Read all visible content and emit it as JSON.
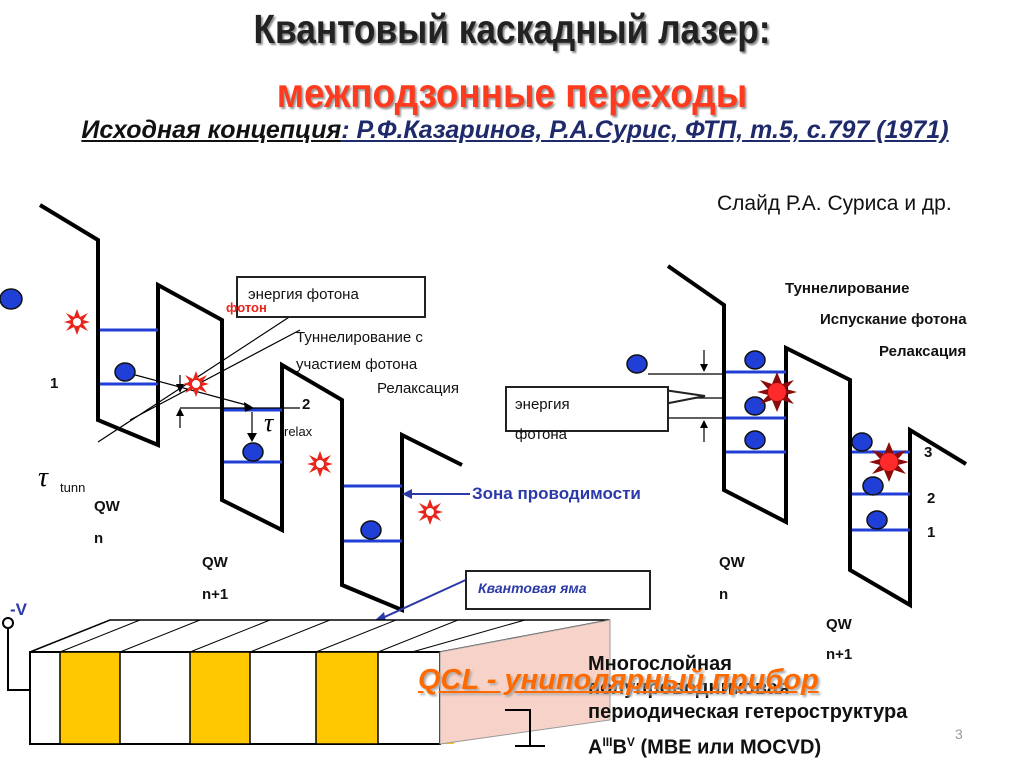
{
  "title": {
    "line1": "Квантовый каскадный лазер:",
    "line2": "межподзонные переходы",
    "concept_label": "Исходная концепция",
    "concept_ref": ": Р.Ф.Казаринов, Р.А.Сурис, ФТП, т.5, с.797 (1971)"
  },
  "credit": "Слайд  Р.А. Суриса и др.",
  "left_diagram": {
    "callout": "энергия фотона",
    "photon_word": "фотон",
    "tunnel_photon_line1": "Туннелирование с",
    "tunnel_photon_line2": "участием фотона",
    "relaxation": "Релаксация",
    "level1": "1",
    "level2": "2",
    "tau_relax_symbol": "τ",
    "tau_relax_sub": "relax",
    "tau_tunn_symbol": "τ",
    "tau_tunn_sub": "tunn",
    "qw_n_1": "QW",
    "qw_n_2": "n",
    "qw_n1_1": "QW",
    "qw_n1_2": "n+1"
  },
  "right_diagram": {
    "tunneling": "Туннелирование",
    "emission": "Испускание фотона",
    "relaxation": "Релаксация",
    "callout_line1": "энергия",
    "callout_line2": "фотона",
    "level3": "3",
    "level2": "2",
    "level1": "1",
    "qw_n_1": "QW",
    "qw_n_2": "n",
    "qw_n1_1": "QW",
    "qw_n1_2": "n+1"
  },
  "conduction_band": "Зона проводимости",
  "quantum_well": "Квантовая яма",
  "voltage": "-V",
  "qcl": "QCL - униполярный прибор",
  "structure_line1": "Многослойная",
  "structure_line2": "полупроводниковая",
  "structure_line3": "периодическая гетероструктура",
  "structure_line4_a": "A",
  "structure_line4_sup1": "III",
  "structure_line4_b": "B",
  "structure_line4_sup2": "V",
  "structure_line4_c": " (MBE или MOCVD)",
  "page_number": "3",
  "colors": {
    "title": "#222222",
    "subtitle": "#ff3b1f",
    "level_line": "#1f3fd6",
    "electron": "#1f3fd6",
    "photon": "#e8241b",
    "layer_yellow": "#ffc800",
    "qcl": "#ff6a00"
  }
}
